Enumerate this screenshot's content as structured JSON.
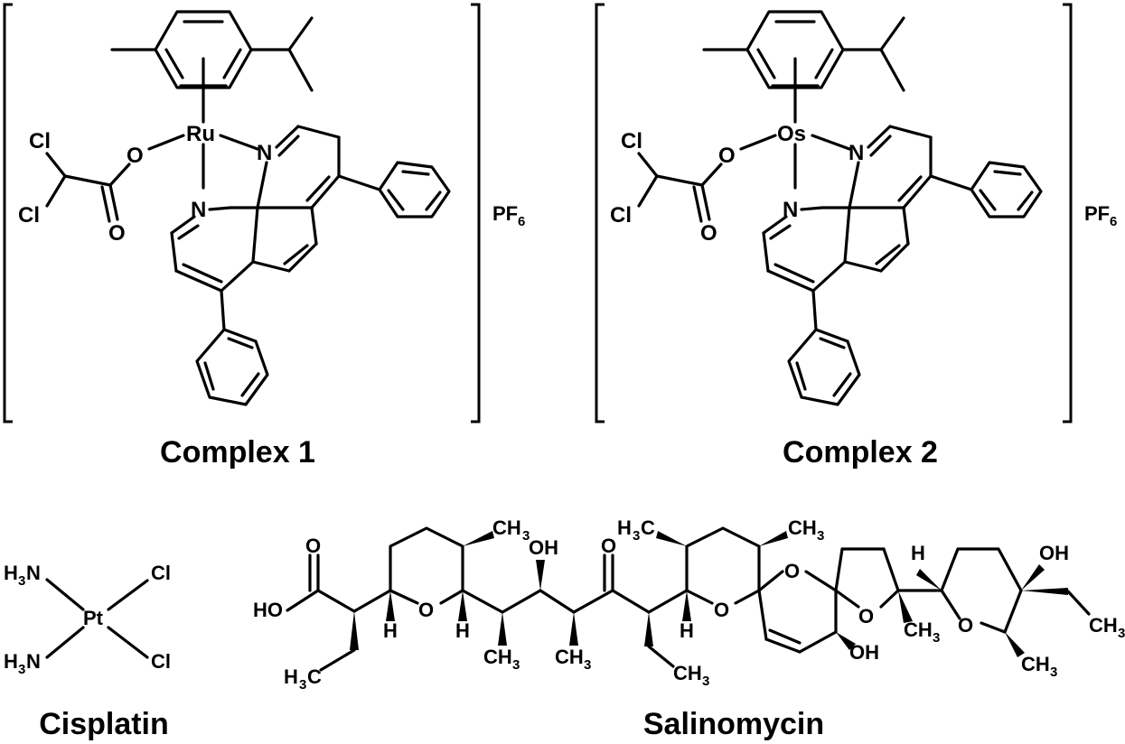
{
  "figure": {
    "complex1": {
      "caption": "Complex 1",
      "metal": "Ru",
      "counterion": "PF",
      "counterion_sub": "6",
      "labels": {
        "cl_top": "Cl",
        "cl_bottom": "Cl",
        "o_ester": "O",
        "o_carbonyl": "O",
        "n_top": "N",
        "n_left": "N"
      }
    },
    "complex2": {
      "caption": "Complex 2",
      "metal": "Os",
      "counterion": "PF",
      "counterion_sub": "6",
      "labels": {
        "cl_top": "Cl",
        "cl_bottom": "Cl",
        "o_ester": "O",
        "o_carbonyl": "O",
        "n_top": "N",
        "n_left": "N"
      }
    },
    "cisplatin": {
      "caption": "Cisplatin",
      "metal": "Pt",
      "h": "H",
      "h_sub": "3",
      "n": "N",
      "cl_top": "Cl",
      "cl_bottom": "Cl"
    },
    "salinomycin": {
      "caption": "Salinomycin",
      "ho": "HO",
      "o": "O",
      "oh": "OH",
      "h": "H",
      "ch": "CH",
      "ch_sub": "3",
      "h_c": "H",
      "h_c_c": "C",
      "h_c_sub": "3"
    }
  }
}
